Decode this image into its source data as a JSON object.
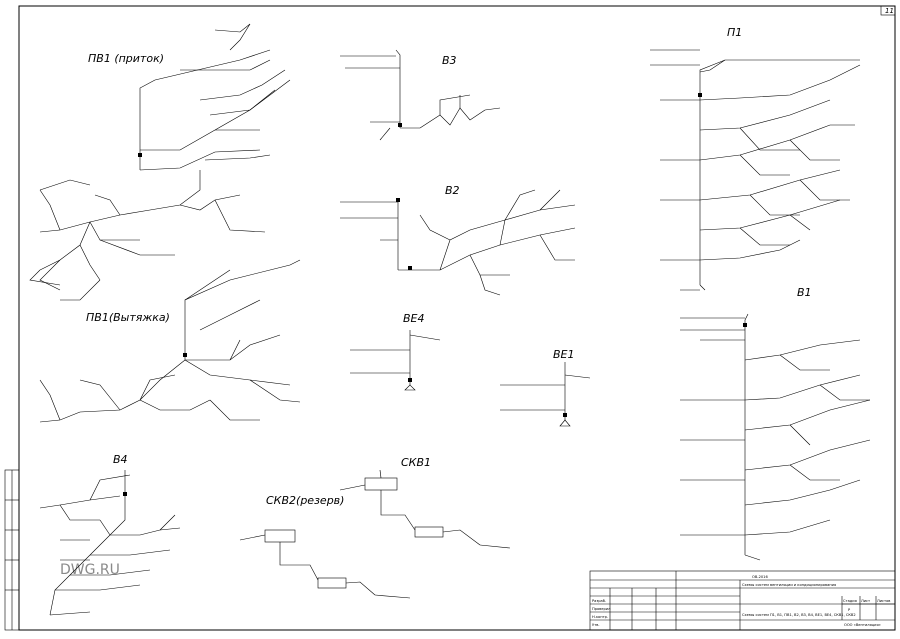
{
  "systems": {
    "pv1_supply": "ПВ1 (приток)",
    "pv1_exhaust": "ПВ1(Вытяжка)",
    "v3": "В3",
    "v2": "В2",
    "ve4": "ВЕ4",
    "ve1": "ВЕ1",
    "p1": "П1",
    "v1": "В1",
    "v4": "В4",
    "skv1": "СКВ1",
    "skv2": "СКВ2(резерв)"
  },
  "sheet_number": "11",
  "watermark": "DWG.RU",
  "title_block": {
    "project_code": "ОВ-2016",
    "description": "Схемы систем вентиляции и кондиционирования",
    "drawing_name": "Схемы систем П1, В1, ПВ1, В2, В3, В4, ВЕ1, ВЕ4, СКВ1, СКВ2",
    "stage": "Р",
    "sheet_label": "Лист",
    "sheets_label": "Листов",
    "stage_label": "Стадия",
    "roles": [
      "Разраб.",
      "Проверил",
      "Н.контр.",
      "Утв."
    ],
    "company": "ООО «Вентиляция»"
  },
  "icons": [
    "fan-icon",
    "damper-icon",
    "diffuser-icon",
    "air-conditioner-icon"
  ]
}
